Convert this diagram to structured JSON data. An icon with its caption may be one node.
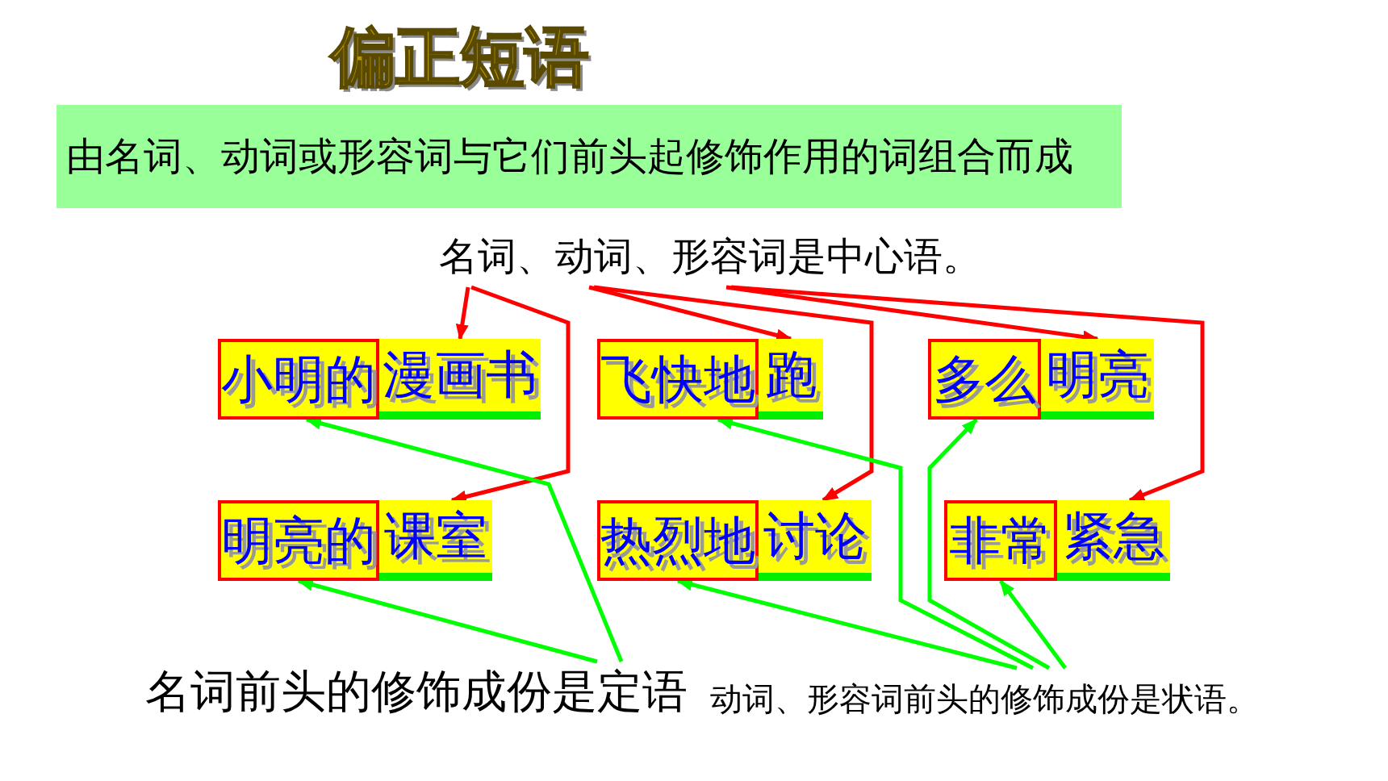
{
  "diagram": {
    "title": "偏正短语",
    "nodes": [
      {
        "text": [
          "由名词、动词或形容词与它们前头起修饰作用的词组合而成"
        ]
      },
      {
        "text": [
          "名词、动词、形容词是中心语。"
        ]
      },
      {
        "text": [
          "小明的"
        ]
      },
      {
        "text": [
          "漫画书"
        ]
      },
      {
        "text": [
          "飞快地"
        ]
      },
      {
        "text": [
          "跑"
        ]
      },
      {
        "text": [
          "多么"
        ]
      },
      {
        "text": [
          "明亮"
        ]
      },
      {
        "text": [
          "明亮的"
        ]
      },
      {
        "text": [
          "课室"
        ]
      },
      {
        "text": [
          "热烈地"
        ]
      },
      {
        "text": [
          "讨论"
        ]
      },
      {
        "text": [
          "非常"
        ]
      },
      {
        "text": [
          "紧急"
        ]
      },
      {
        "text": [
          "名词前头的修饰成份是定语"
        ]
      },
      {
        "text": [
          "动词、形容词前头的修饰成份是状语。"
        ]
      }
    ],
    "edges": [
      {
        "from": 1,
        "to": 3,
        "arrow": "to",
        "color": "#ff0000"
      },
      {
        "from": 1,
        "to": 9,
        "arrow": "to",
        "color": "#ff0000"
      },
      {
        "from": 1,
        "to": 5,
        "arrow": "to",
        "color": "#ff0000"
      },
      {
        "from": 1,
        "to": 11,
        "arrow": "to",
        "color": "#ff0000"
      },
      {
        "from": 1,
        "to": 7,
        "arrow": "to",
        "color": "#ff0000"
      },
      {
        "from": 1,
        "to": 13,
        "arrow": "to",
        "color": "#ff0000"
      },
      {
        "from": 14,
        "to": 2,
        "arrow": "to",
        "color": "#00ff00"
      },
      {
        "from": 14,
        "to": 8,
        "arrow": "to",
        "color": "#00ff00"
      },
      {
        "from": 15,
        "to": 4,
        "arrow": "to",
        "color": "#00ff00"
      },
      {
        "from": 15,
        "to": 10,
        "arrow": "to",
        "color": "#00ff00"
      },
      {
        "from": 15,
        "to": 6,
        "arrow": "to",
        "color": "#00ff00"
      },
      {
        "from": 15,
        "to": 12,
        "arrow": "to",
        "color": "#00ff00"
      }
    ]
  }
}
